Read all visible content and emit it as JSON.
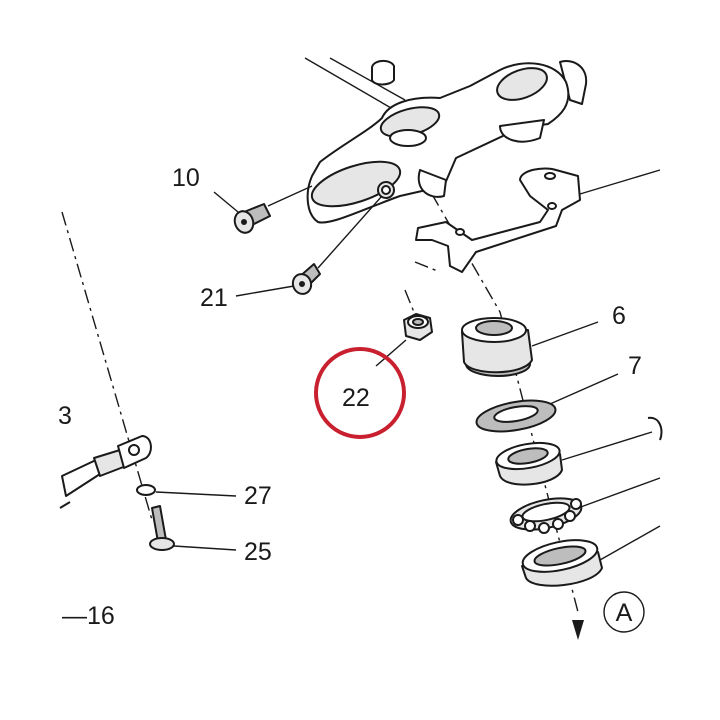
{
  "diagram": {
    "callouts": [
      {
        "id": "10",
        "label": "10"
      },
      {
        "id": "21",
        "label": "21"
      },
      {
        "id": "22",
        "label": "22"
      },
      {
        "id": "6",
        "label": "6"
      },
      {
        "id": "7",
        "label": "7"
      },
      {
        "id": "27",
        "label": "27"
      },
      {
        "id": "25",
        "label": "25"
      },
      {
        "id": "16",
        "label": "—16"
      },
      {
        "id": "3",
        "label": "3"
      },
      {
        "id": "A",
        "label": "A"
      }
    ],
    "highlight": {
      "part": "22",
      "color": "#c8202e"
    }
  }
}
